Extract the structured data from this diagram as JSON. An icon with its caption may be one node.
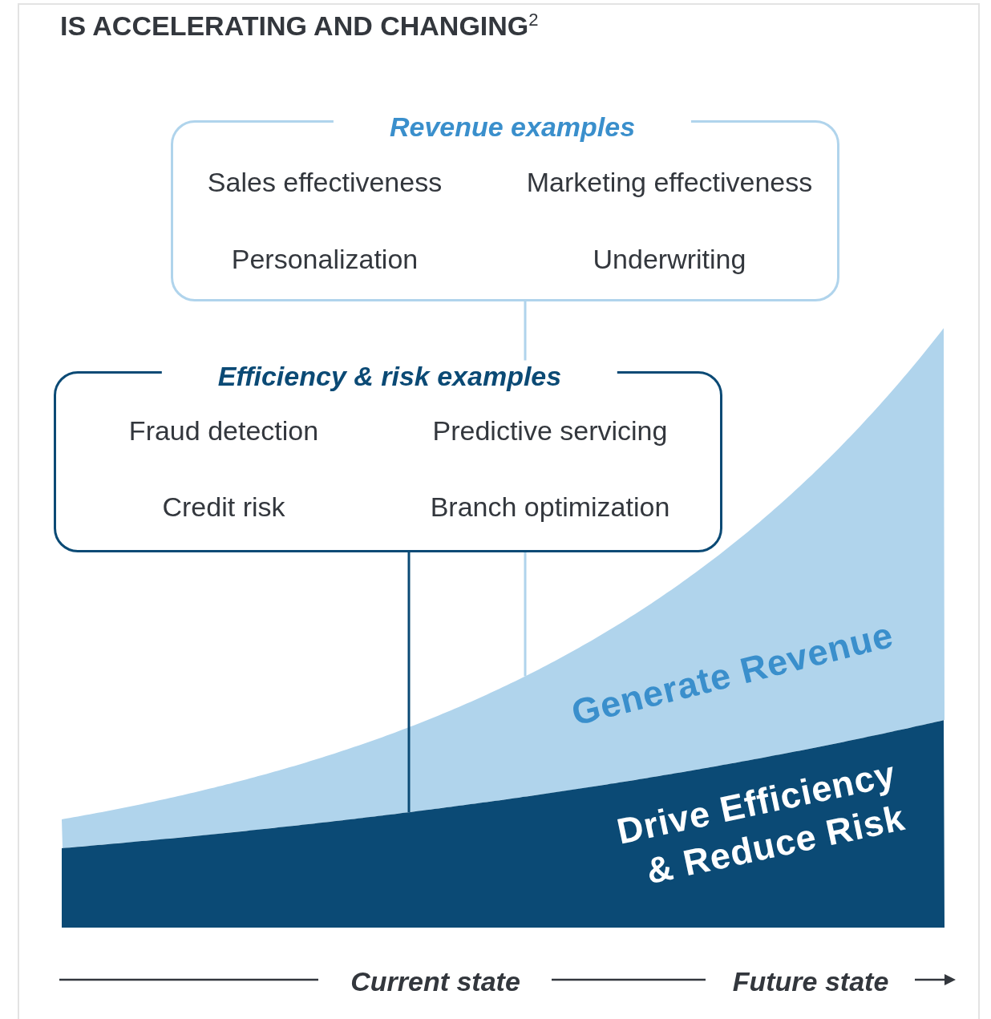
{
  "diagram": {
    "title": "IS ACCELERATING AND CHANGING$^{2}$",
    "nodes": [
      {
        "text": [
          "Revenue examples",
          "Sales effectiveness",
          "Marketing effectiveness",
          "Personalization",
          "Underwriting"
        ]
      },
      {
        "text": [
          "Efficiency & risk examples",
          "Fraud detection",
          "Predictive servicing",
          "Credit risk",
          "Branch optimization"
        ]
      },
      {
        "text": [
          "Generate Revenue"
        ]
      },
      {
        "text": [
          "Drive Efficiency & Reduce Risk"
        ]
      }
    ],
    "edges": [
      {
        "from": 0,
        "to": 2,
        "arrow": "none",
        "color": "#b0d4ec"
      },
      {
        "from": 1,
        "to": 3,
        "arrow": "none",
        "color": "#0b4a75"
      }
    ],
    "labels": [
      "Current state",
      "Future state"
    ]
  }
}
